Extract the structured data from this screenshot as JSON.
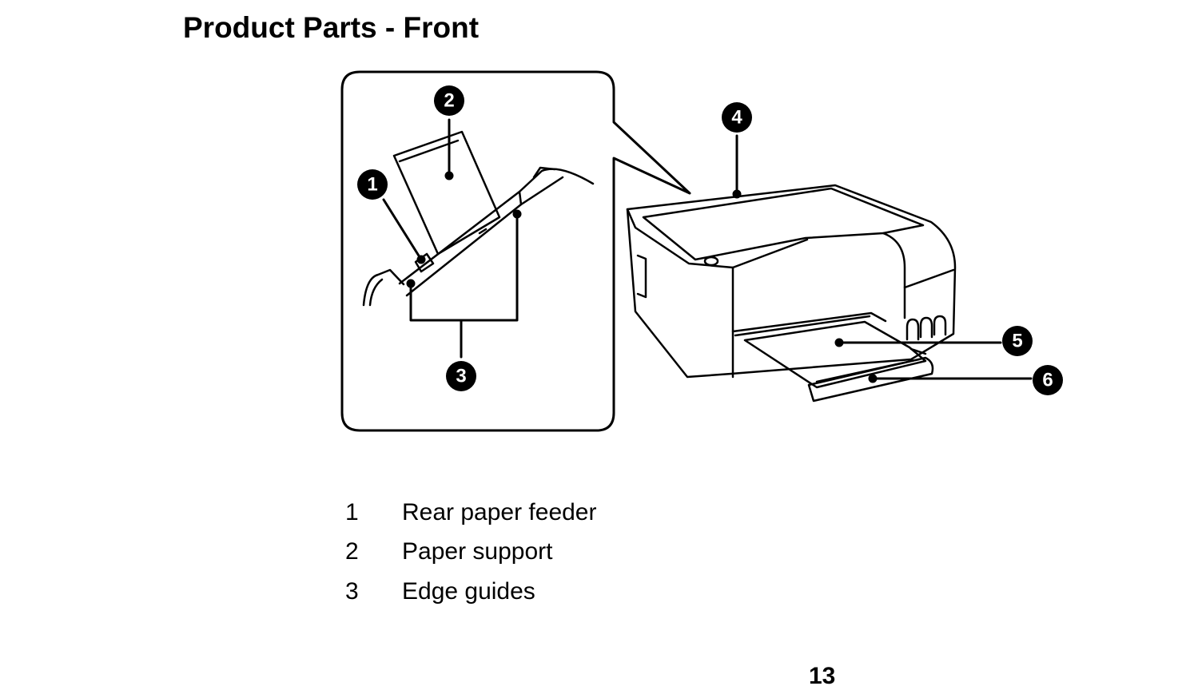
{
  "page": {
    "title": "Product Parts - Front",
    "page_number": "13"
  },
  "figure": {
    "callouts": [
      "1",
      "2",
      "3",
      "4",
      "5",
      "6"
    ]
  },
  "legend": {
    "items": [
      {
        "number": "1",
        "label": "Rear paper feeder"
      },
      {
        "number": "2",
        "label": "Paper support"
      },
      {
        "number": "3",
        "label": "Edge guides"
      }
    ]
  }
}
